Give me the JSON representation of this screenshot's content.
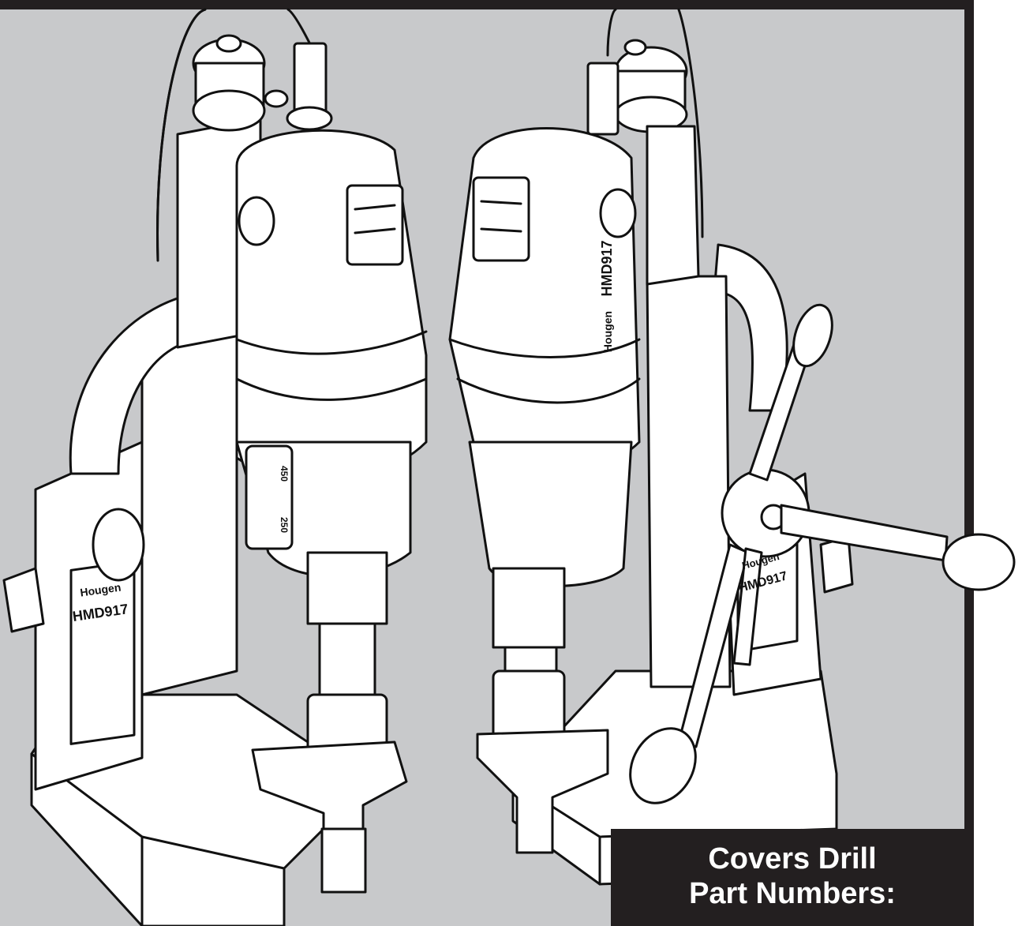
{
  "cover": {
    "label_line1": "Covers Drill",
    "label_line2": "Part Numbers:"
  },
  "drill_left": {
    "brand": "Hougen",
    "model": "HMD917",
    "speed_high": "450",
    "speed_low": "250"
  },
  "drill_right": {
    "brand": "Hougen",
    "model": "HMD917"
  },
  "colors": {
    "background_panel": "#c8c9cb",
    "frame": "#231f20",
    "label_bg": "#231f20",
    "label_text": "#ffffff"
  }
}
